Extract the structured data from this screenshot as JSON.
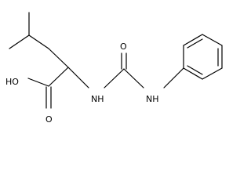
{
  "molecule": {
    "atoms": {
      "hydroxyl": "HO",
      "carbonyl_oxygen_acid": "O",
      "urea_nitrogen_alpha": "NH",
      "urea_carbonyl_oxygen": "O",
      "urea_nitrogen_phenyl": "NH"
    }
  },
  "colors": {
    "background": "#ffffff",
    "bonds": "#000000",
    "labels": "#000000"
  }
}
